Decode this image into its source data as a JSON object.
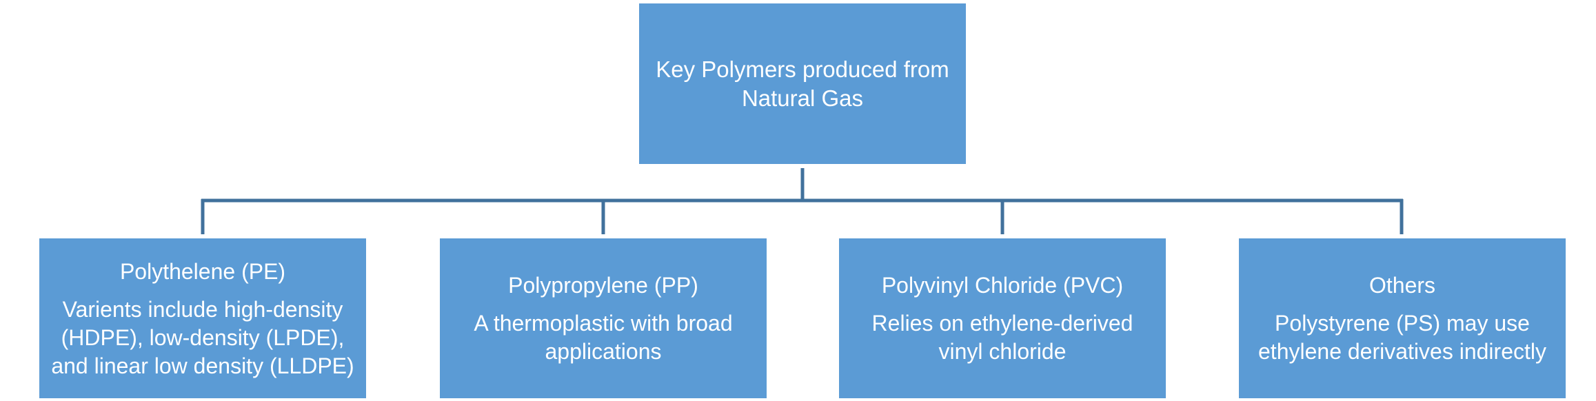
{
  "root": {
    "title": "Key Polymers produced from Natural Gas"
  },
  "children": [
    {
      "title": "Polythelene (PE)",
      "description": "Varients include high-density (HDPE), low-density (LPDE), and linear low density (LLDPE)"
    },
    {
      "title": "Polypropylene (PP)",
      "description": "A thermoplastic with broad applications"
    },
    {
      "title": "Polyvinyl Chloride (PVC)",
      "description": "Relies on ethylene-derived vinyl chloride"
    },
    {
      "title": "Others",
      "description": "Polystyrene (PS) may use ethylene derivatives indirectly"
    }
  ],
  "colors": {
    "box_fill": "#5b9bd5",
    "box_text": "#ffffff",
    "connector": "#41719c"
  }
}
